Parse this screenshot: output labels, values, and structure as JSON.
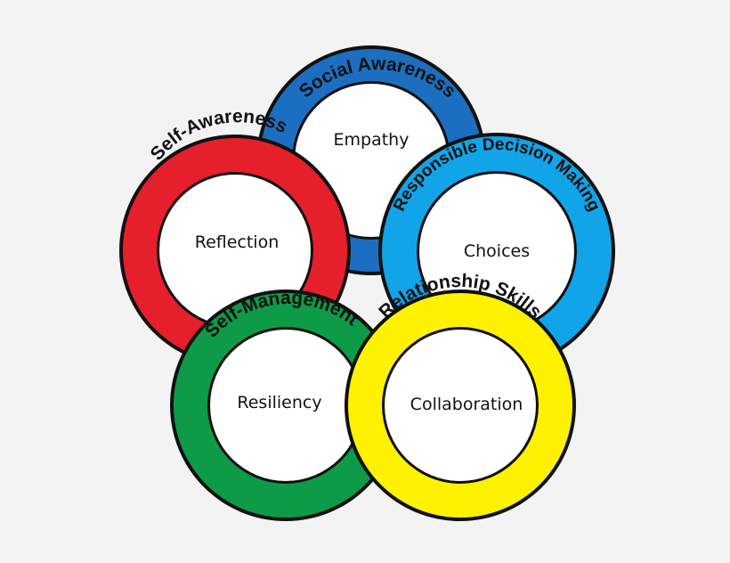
{
  "rings": [
    {
      "id": "social-awareness",
      "title": "Social Awareness",
      "inner": "Empathy",
      "color": "#1c6fc0"
    },
    {
      "id": "self-awareness",
      "title": "Self-Awareness",
      "inner": "Reflection",
      "color": "#e51f2b"
    },
    {
      "id": "responsible-decision-making",
      "title": "Responsible Decision Making",
      "inner": "Choices",
      "color": "#12a4e8"
    },
    {
      "id": "self-management",
      "title": "Self-Management",
      "inner": "Resiliency",
      "color": "#0e9b48"
    },
    {
      "id": "relationship-skills",
      "title": "Relationship Skills",
      "inner": "Collaboration",
      "color": "#fff200"
    }
  ],
  "outline_color": "#111111",
  "center_fill": "#ffffff"
}
